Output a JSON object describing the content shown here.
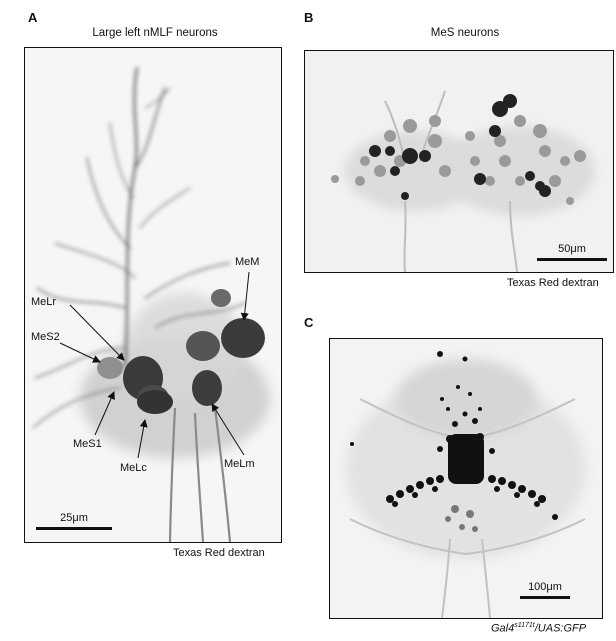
{
  "panels": {
    "a": {
      "letter": "A",
      "title": "Large left nMLF neurons",
      "scale_label": "25μm",
      "caption": "Texas Red dextran",
      "labels": {
        "mem": "MeM",
        "melr": "MeLr",
        "mes2": "MeS2",
        "mes1": "MeS1",
        "melc": "MeLc",
        "melm": "MeLm"
      }
    },
    "b": {
      "letter": "B",
      "title": "MeS neurons",
      "scale_label": "50μm",
      "caption": "Texas Red dextran"
    },
    "c": {
      "letter": "C",
      "scale_label": "100μm",
      "caption_main": "Gal4",
      "caption_sup": "s1171t",
      "caption_rest": "/UAS:GFP"
    }
  }
}
